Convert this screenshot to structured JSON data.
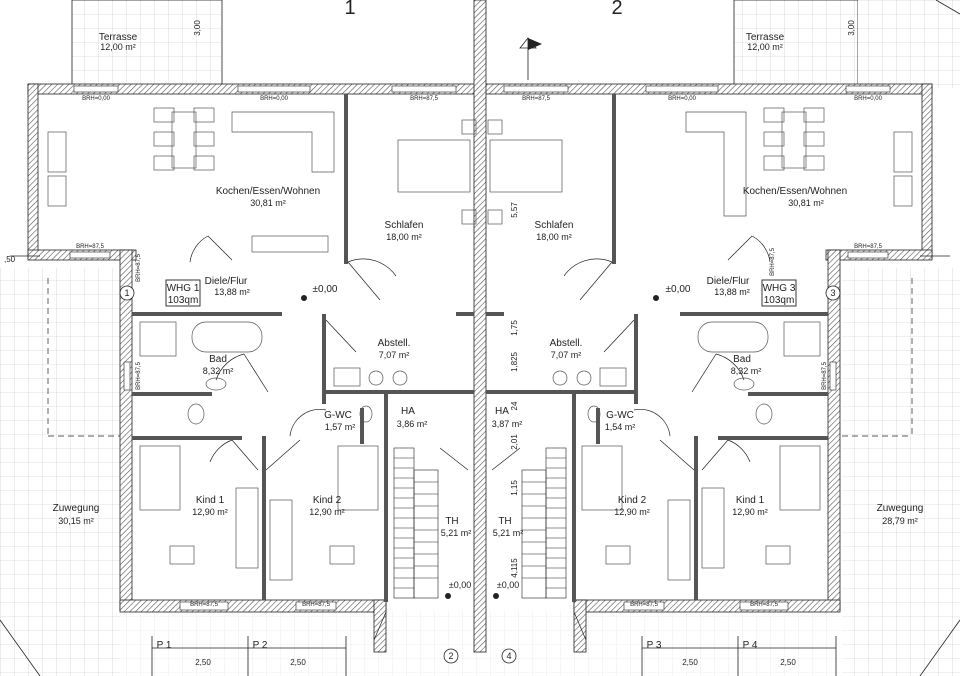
{
  "house_numbers": [
    "1",
    "2"
  ],
  "rooms": [
    {
      "name": "Terrasse",
      "area": "12,00 m²"
    },
    {
      "name": "Terrasse",
      "area": "12,00 m²"
    },
    {
      "name": "Kochen/Essen/Wohnen",
      "area": "30,81 m²"
    },
    {
      "name": "Kochen/Essen/Wohnen",
      "area": "30,81 m²"
    },
    {
      "name": "Schlafen",
      "area": "18,00 m²"
    },
    {
      "name": "Schlafen",
      "area": "18,00 m²"
    },
    {
      "name": "Diele/Flur",
      "area": "13,88 m²"
    },
    {
      "name": "Diele/Flur",
      "area": "13,88 m²"
    },
    {
      "name": "Abstell.",
      "area": "7,07 m²"
    },
    {
      "name": "Abstell.",
      "area": "7,07 m²"
    },
    {
      "name": "Bad",
      "area": "8,32 m²"
    },
    {
      "name": "Bad",
      "area": "8,32 m²"
    },
    {
      "name": "G-WC",
      "area": "1,57 m²"
    },
    {
      "name": "G-WC",
      "area": "1,54 m²"
    },
    {
      "name": "HA",
      "area": "3,86 m²"
    },
    {
      "name": "HA",
      "area": "3,87 m²"
    },
    {
      "name": "Kind 1",
      "area": "12,90 m²"
    },
    {
      "name": "Kind 2",
      "area": "12,90 m²"
    },
    {
      "name": "Kind 2",
      "area": "12,90 m²"
    },
    {
      "name": "Kind 1",
      "area": "12,90 m²"
    },
    {
      "name": "TH",
      "area": "5,21 m²"
    },
    {
      "name": "TH",
      "area": "5,21 m²"
    },
    {
      "name": "Zuwegung",
      "area": "30,15 m²"
    },
    {
      "name": "Zuwegung",
      "area": "28,79 m²"
    }
  ],
  "units": [
    {
      "name": "WHG 1",
      "size": "103qm"
    },
    {
      "name": "WHG 3",
      "size": "103qm"
    }
  ],
  "levels": [
    "±0,00",
    "±0,00",
    "±0,00",
    "±0,00"
  ],
  "axis_markers": [
    "1",
    "2",
    "3",
    "4"
  ],
  "parking": [
    "P 1",
    "P 2",
    "P 3",
    "P 4"
  ],
  "dimensions": [
    "3,00",
    "3,00",
    "5,57",
    "1,75",
    "1,825",
    "24",
    "2,01",
    "1,15",
    "4,115",
    "2,50",
    "2,50",
    "2,50",
    "2,50",
    ",50"
  ],
  "parapet_labels": [
    "BRH=0,00",
    "BRH=0,00",
    "BRH=87,5",
    "BRH=87,5",
    "BRH=0,00",
    "BRH=0,00",
    "BRH=87,5",
    "BRH=87,5",
    "BRH=87,5",
    "BRH=87,5",
    "BRH=87,5",
    "BRH=87,5",
    "BRH=87,5",
    "BRH=87,5",
    "BRH=87,5",
    "BRH=87,5"
  ],
  "colors": {
    "line": "#222222",
    "grid": "#bbbbbb",
    "wall_hatch": "#555555",
    "background": "#ffffff"
  }
}
